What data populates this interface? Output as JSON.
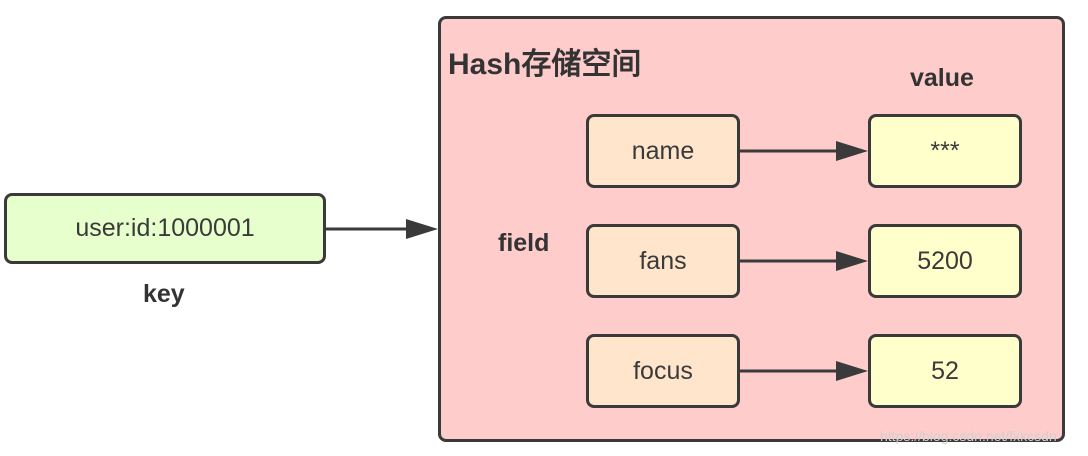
{
  "hash_space": {
    "title": "Hash存储空间"
  },
  "labels": {
    "value": "value",
    "field": "field",
    "key": "key"
  },
  "key_node": {
    "text": "user:id:1000001"
  },
  "fields": [
    {
      "field": "name",
      "value": "***"
    },
    {
      "field": "fans",
      "value": "5200"
    },
    {
      "field": "focus",
      "value": "52"
    }
  ],
  "watermark": "https://blog.csdn.net/fxkcsdn",
  "colors": {
    "key_fill": "#e6ffcc",
    "hash_fill": "#ffcccc",
    "field_fill": "#ffe5cc",
    "value_fill": "#ffffcc",
    "stroke": "#3a3a3a"
  }
}
